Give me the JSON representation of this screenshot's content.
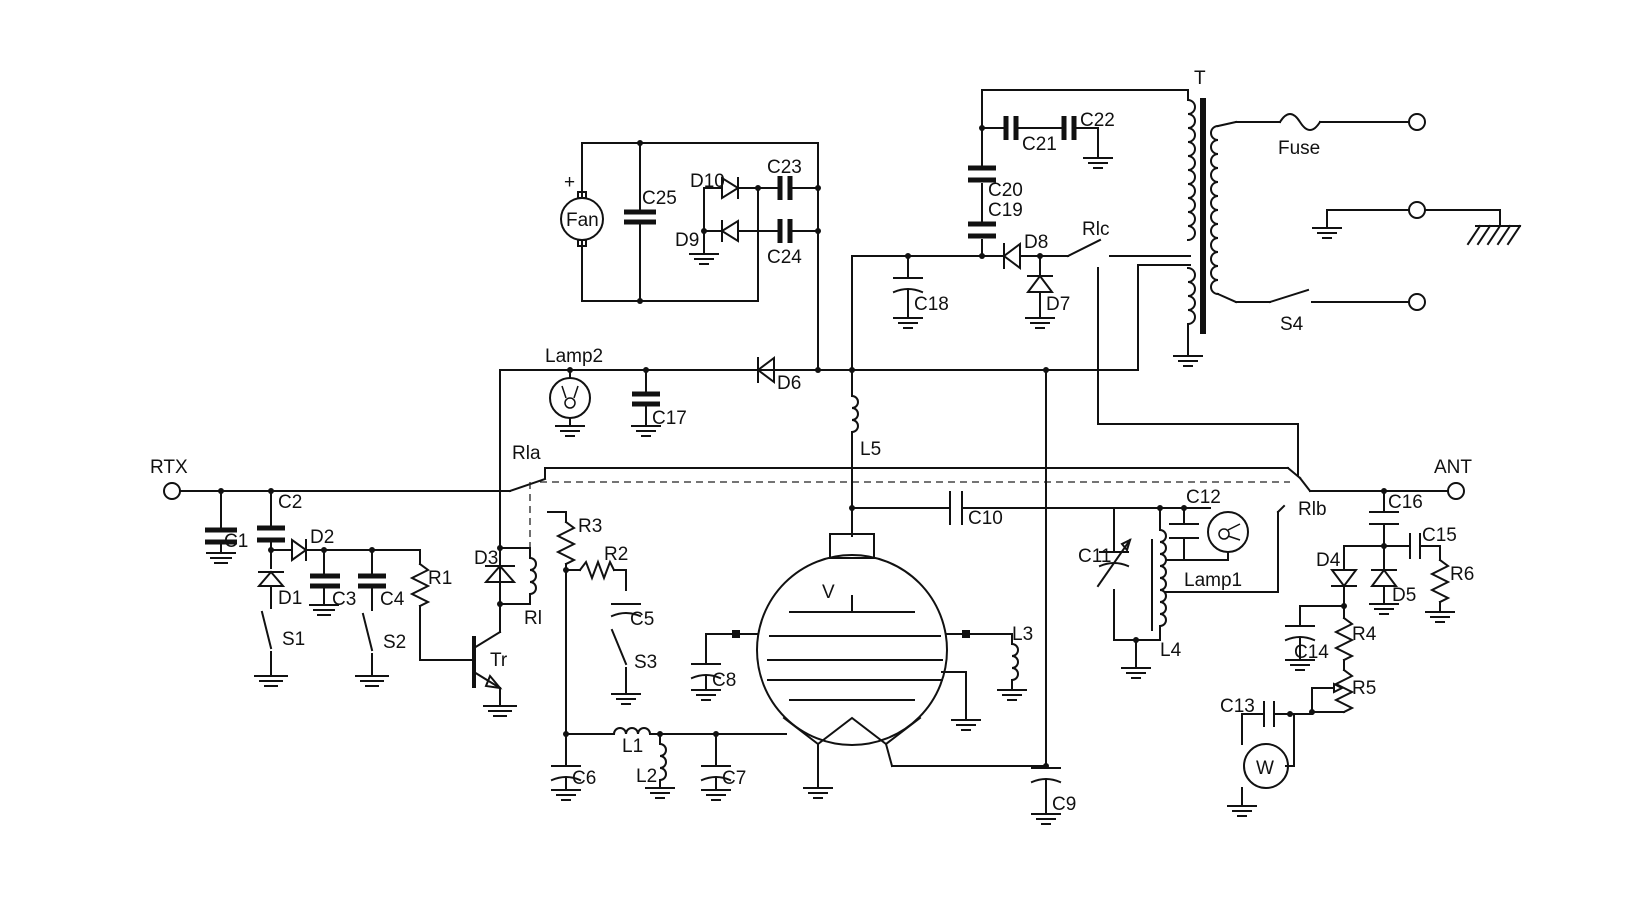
{
  "labels": {
    "RTX": "RTX",
    "ANT": "ANT",
    "T": "T",
    "Fuse": "Fuse",
    "S4": "S4",
    "Fan": "Fan",
    "fan_plus": "+",
    "C1": "C1",
    "C2": "C2",
    "C3": "C3",
    "C4": "C4",
    "C5": "C5",
    "C6": "C6",
    "C7": "C7",
    "C8": "C8",
    "C9": "C9",
    "C10": "C10",
    "C11": "C11",
    "C12": "C12",
    "C13": "C13",
    "C14": "C14",
    "C15": "C15",
    "C16": "C16",
    "C17": "C17",
    "C18": "C18",
    "C19": "C19",
    "C20": "C20",
    "C21": "C21",
    "C22": "C22",
    "C23": "C23",
    "C24": "C24",
    "C25": "C25",
    "D1": "D1",
    "D2": "D2",
    "D3": "D3",
    "D4": "D4",
    "D5": "D5",
    "D6": "D6",
    "D7": "D7",
    "D8": "D8",
    "D9": "D9",
    "D10": "D10",
    "R1": "R1",
    "R2": "R2",
    "R3": "R3",
    "R4": "R4",
    "R5": "R5",
    "R6": "R6",
    "S1": "S1",
    "S2": "S2",
    "S3": "S3",
    "L1": "L1",
    "L2": "L2",
    "L3": "L3",
    "L4": "L4",
    "L5": "L5",
    "Tr": "Tr",
    "Rl": "Rl",
    "Rla": "Rla",
    "Rlb": "Rlb",
    "Rlc": "Rlc",
    "Lamp1": "Lamp1",
    "Lamp2": "Lamp2",
    "V": "V",
    "W": "W"
  }
}
